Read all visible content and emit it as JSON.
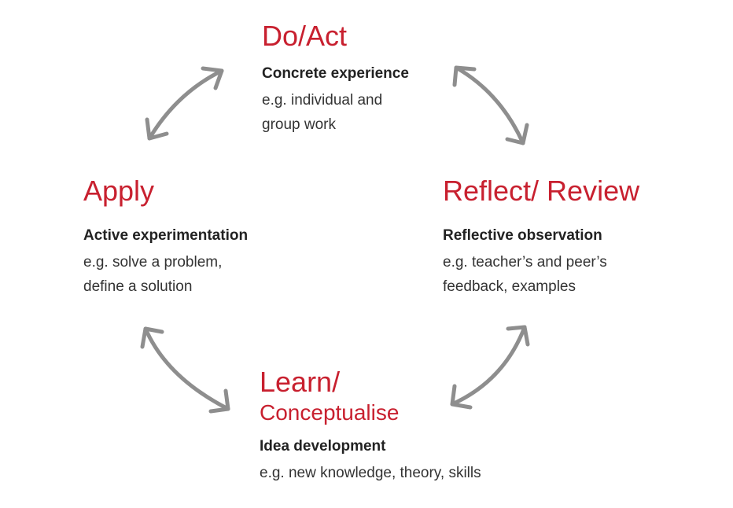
{
  "cycle": {
    "stages": [
      {
        "key": "do",
        "title": "Do/Act",
        "subtitle": "Concrete experience",
        "description_lines": [
          "e.g. individual and",
          "group work"
        ]
      },
      {
        "key": "reflect",
        "title": "Reflect/ Review",
        "subtitle": "Reflective observation",
        "description_lines": [
          "e.g. teacher’s and peer’s",
          "feedback, examples"
        ]
      },
      {
        "key": "learn",
        "title": "Learn/",
        "title_second_line": "Conceptualise",
        "subtitle": "Idea development",
        "description_lines": [
          "e.g. new knowledge, theory, skills"
        ]
      },
      {
        "key": "apply",
        "title": "Apply",
        "subtitle": "Active experimentation",
        "description_lines": [
          "e.g. solve a problem,",
          "define a solution"
        ]
      }
    ],
    "connectors": [
      {
        "name": "arrow-apply-do",
        "between": [
          "apply",
          "do"
        ],
        "style": "double-headed"
      },
      {
        "name": "arrow-do-reflect",
        "between": [
          "do",
          "reflect"
        ],
        "style": "double-headed"
      },
      {
        "name": "arrow-reflect-learn",
        "between": [
          "reflect",
          "learn"
        ],
        "style": "double-headed"
      },
      {
        "name": "arrow-learn-apply",
        "between": [
          "learn",
          "apply"
        ],
        "style": "double-headed"
      }
    ]
  },
  "colors": {
    "title": "#c8202f",
    "subtitle": "#222222",
    "text": "#333333",
    "arrow": "#8e8e8e",
    "background": "#ffffff"
  }
}
